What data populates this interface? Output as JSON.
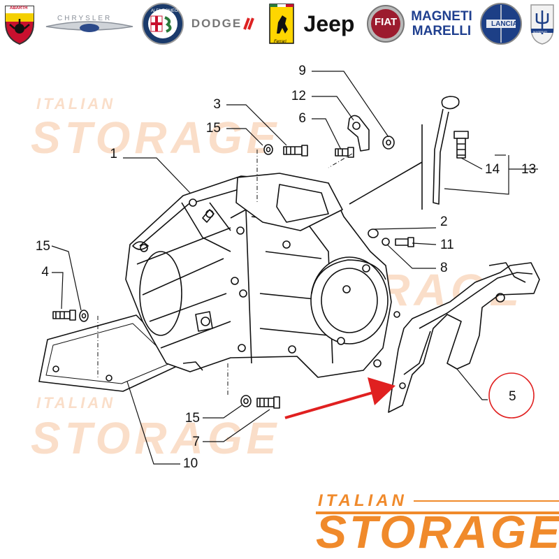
{
  "brands": [
    {
      "name": "ABARTH",
      "icon": "abarth-scorpion-badge-icon"
    },
    {
      "name": "CHRYSLER",
      "icon": "chrysler-wings-icon"
    },
    {
      "name": "ALFA ROMEO",
      "icon": "alfa-romeo-roundel-icon"
    },
    {
      "name": "DODGE",
      "icon": "dodge-wordmark-icon"
    },
    {
      "name": "Ferrari",
      "icon": "ferrari-horse-shield-icon"
    },
    {
      "name": "Jeep",
      "icon": "jeep-wordmark-icon"
    },
    {
      "name": "FIAT",
      "icon": "fiat-roundel-icon"
    },
    {
      "name": "MAGNETI MARELLI",
      "icon": "magneti-marelli-wordmark-icon"
    },
    {
      "name": "LANCIA",
      "icon": "lancia-shield-icon"
    },
    {
      "name": "MASERATI",
      "icon": "maserati-trident-icon"
    }
  ],
  "callouts": [
    "1",
    "2",
    "3",
    "4",
    "5",
    "6",
    "7",
    "8",
    "9",
    "10",
    "11",
    "12",
    "13",
    "14",
    "15"
  ],
  "watermark": {
    "line1": "ITALIAN",
    "line2": "STORAGE"
  },
  "footer_logo": {
    "line1": "ITALIAN",
    "line2": "STORAGE"
  },
  "colors": {
    "accent": "#f08a2b",
    "watermark": "#f6c49e",
    "arrow": "#e02020",
    "highlight_circle": "#e02020"
  }
}
